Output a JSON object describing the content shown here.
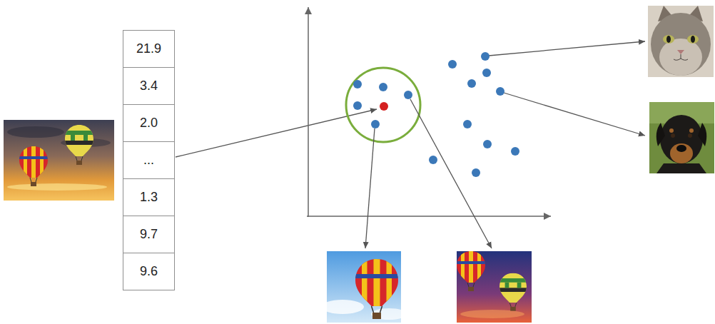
{
  "diagram": {
    "labels": [
      "21.9",
      "3.4",
      "2.0",
      "...",
      "1.3",
      "9.7",
      "9.6"
    ]
  }
}
